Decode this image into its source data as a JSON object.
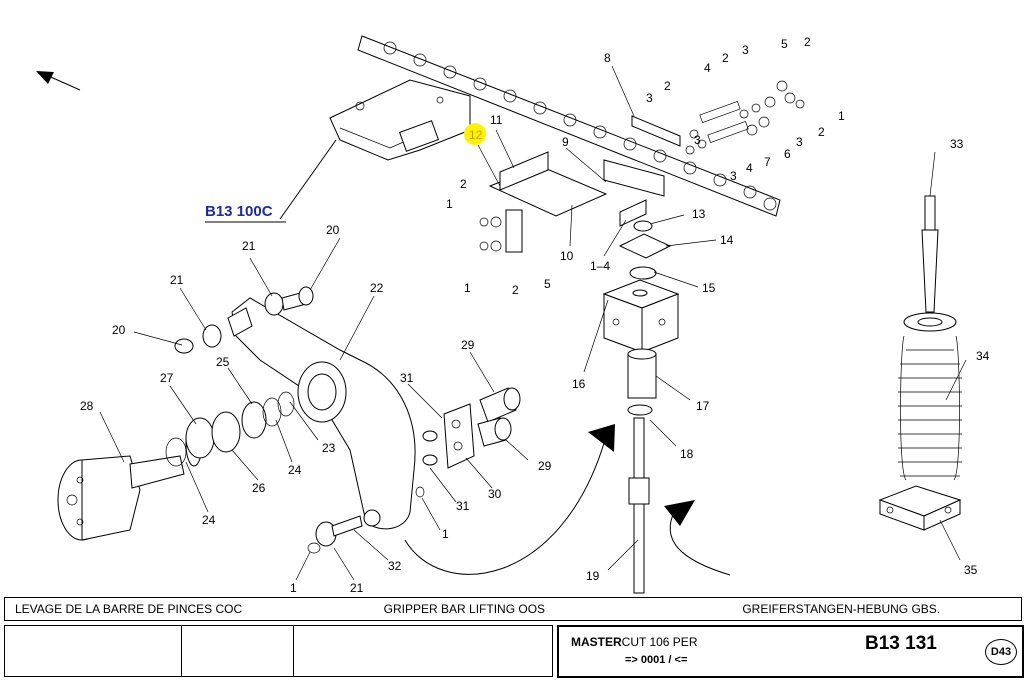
{
  "diagram": {
    "ref_link": "B13 100C",
    "highlight_label": "12",
    "labels": [
      {
        "id": "l8",
        "text": "8"
      },
      {
        "id": "l3a",
        "text": "3"
      },
      {
        "id": "l2a",
        "text": "2"
      },
      {
        "id": "l4a",
        "text": "4"
      },
      {
        "id": "l2b",
        "text": "2"
      },
      {
        "id": "l3b",
        "text": "3"
      },
      {
        "id": "l5a",
        "text": "5"
      },
      {
        "id": "l2c",
        "text": "2"
      },
      {
        "id": "l3c",
        "text": "3"
      },
      {
        "id": "l1a",
        "text": "1"
      },
      {
        "id": "l2d",
        "text": "2"
      },
      {
        "id": "l3d",
        "text": "3"
      },
      {
        "id": "l6",
        "text": "6"
      },
      {
        "id": "l7",
        "text": "7"
      },
      {
        "id": "l4b",
        "text": "4"
      },
      {
        "id": "l3e",
        "text": "3"
      },
      {
        "id": "l11",
        "text": "11"
      },
      {
        "id": "l9",
        "text": "9"
      },
      {
        "id": "l13",
        "text": "13"
      },
      {
        "id": "l14",
        "text": "14"
      },
      {
        "id": "l2e",
        "text": "2"
      },
      {
        "id": "l1b",
        "text": "1"
      },
      {
        "id": "l1c",
        "text": "1"
      },
      {
        "id": "l2f",
        "text": "2"
      },
      {
        "id": "l5b",
        "text": "5"
      },
      {
        "id": "l10",
        "text": "10"
      },
      {
        "id": "l14b",
        "text": "1–4"
      },
      {
        "id": "l15",
        "text": "15"
      },
      {
        "id": "l33",
        "text": "33"
      },
      {
        "id": "l20a",
        "text": "20"
      },
      {
        "id": "l21a",
        "text": "21"
      },
      {
        "id": "l21b",
        "text": "21"
      },
      {
        "id": "l22",
        "text": "22"
      },
      {
        "id": "l20b",
        "text": "20"
      },
      {
        "id": "l25",
        "text": "25"
      },
      {
        "id": "l27",
        "text": "27"
      },
      {
        "id": "l28",
        "text": "28"
      },
      {
        "id": "l16",
        "text": "16"
      },
      {
        "id": "l17",
        "text": "17"
      },
      {
        "id": "l34",
        "text": "34"
      },
      {
        "id": "l29a",
        "text": "29"
      },
      {
        "id": "l31a",
        "text": "31"
      },
      {
        "id": "l23",
        "text": "23"
      },
      {
        "id": "l24a",
        "text": "24"
      },
      {
        "id": "l18",
        "text": "18"
      },
      {
        "id": "l29b",
        "text": "29"
      },
      {
        "id": "l26",
        "text": "26"
      },
      {
        "id": "l30",
        "text": "30"
      },
      {
        "id": "l31b",
        "text": "31"
      },
      {
        "id": "l24b",
        "text": "24"
      },
      {
        "id": "l1d",
        "text": "1"
      },
      {
        "id": "l32",
        "text": "32"
      },
      {
        "id": "l35",
        "text": "35"
      },
      {
        "id": "l19",
        "text": "19"
      },
      {
        "id": "l1e",
        "text": "1"
      },
      {
        "id": "l21c",
        "text": "21"
      }
    ]
  },
  "title": {
    "fr": "LEVAGE DE LA BARRE DE PINCES COC",
    "en": "GRIPPER BAR LIFTING OOS",
    "de": "GREIFERSTANGEN-HEBUNG GBS."
  },
  "footer": {
    "brand_bold": "MASTER",
    "brand_rest": "CUT 106 PER",
    "version": "=> 0001 /      <=",
    "code": "B13 131",
    "badge": "D43"
  },
  "colors": {
    "link": "#1a2d9a",
    "highlight": "#fff200",
    "highlight_text": "#c8a000"
  }
}
